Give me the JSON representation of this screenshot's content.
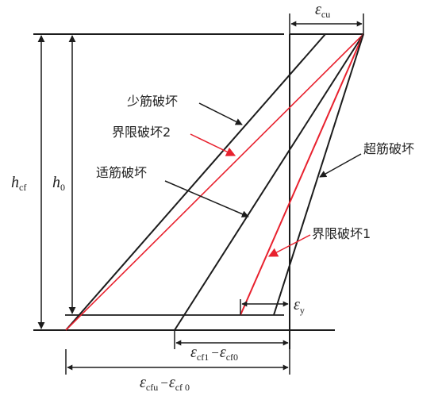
{
  "colors": {
    "line": "#1c1c1c",
    "accent": "#e8212e",
    "background": "#ffffff"
  },
  "labels": {
    "under_reinforced": "少筋破坏",
    "balanced_2": "界限破坏2",
    "proper_reinforced": "适筋破坏",
    "over_reinforced": "超筋破坏",
    "balanced_1": "界限破坏1"
  },
  "symbols": {
    "eps": "ε",
    "h": "h",
    "minus": "−",
    "eps_cu_sub": "cu",
    "eps_y_sub": "y",
    "h_cf_sub": "cf",
    "h_0_sub": "0",
    "eps_cf1_sub": "cf1",
    "eps_cf0_sub": "cf0",
    "eps_cfu_sub": "cfu",
    "eps_cf0_sub_spaced": "cf 0"
  }
}
